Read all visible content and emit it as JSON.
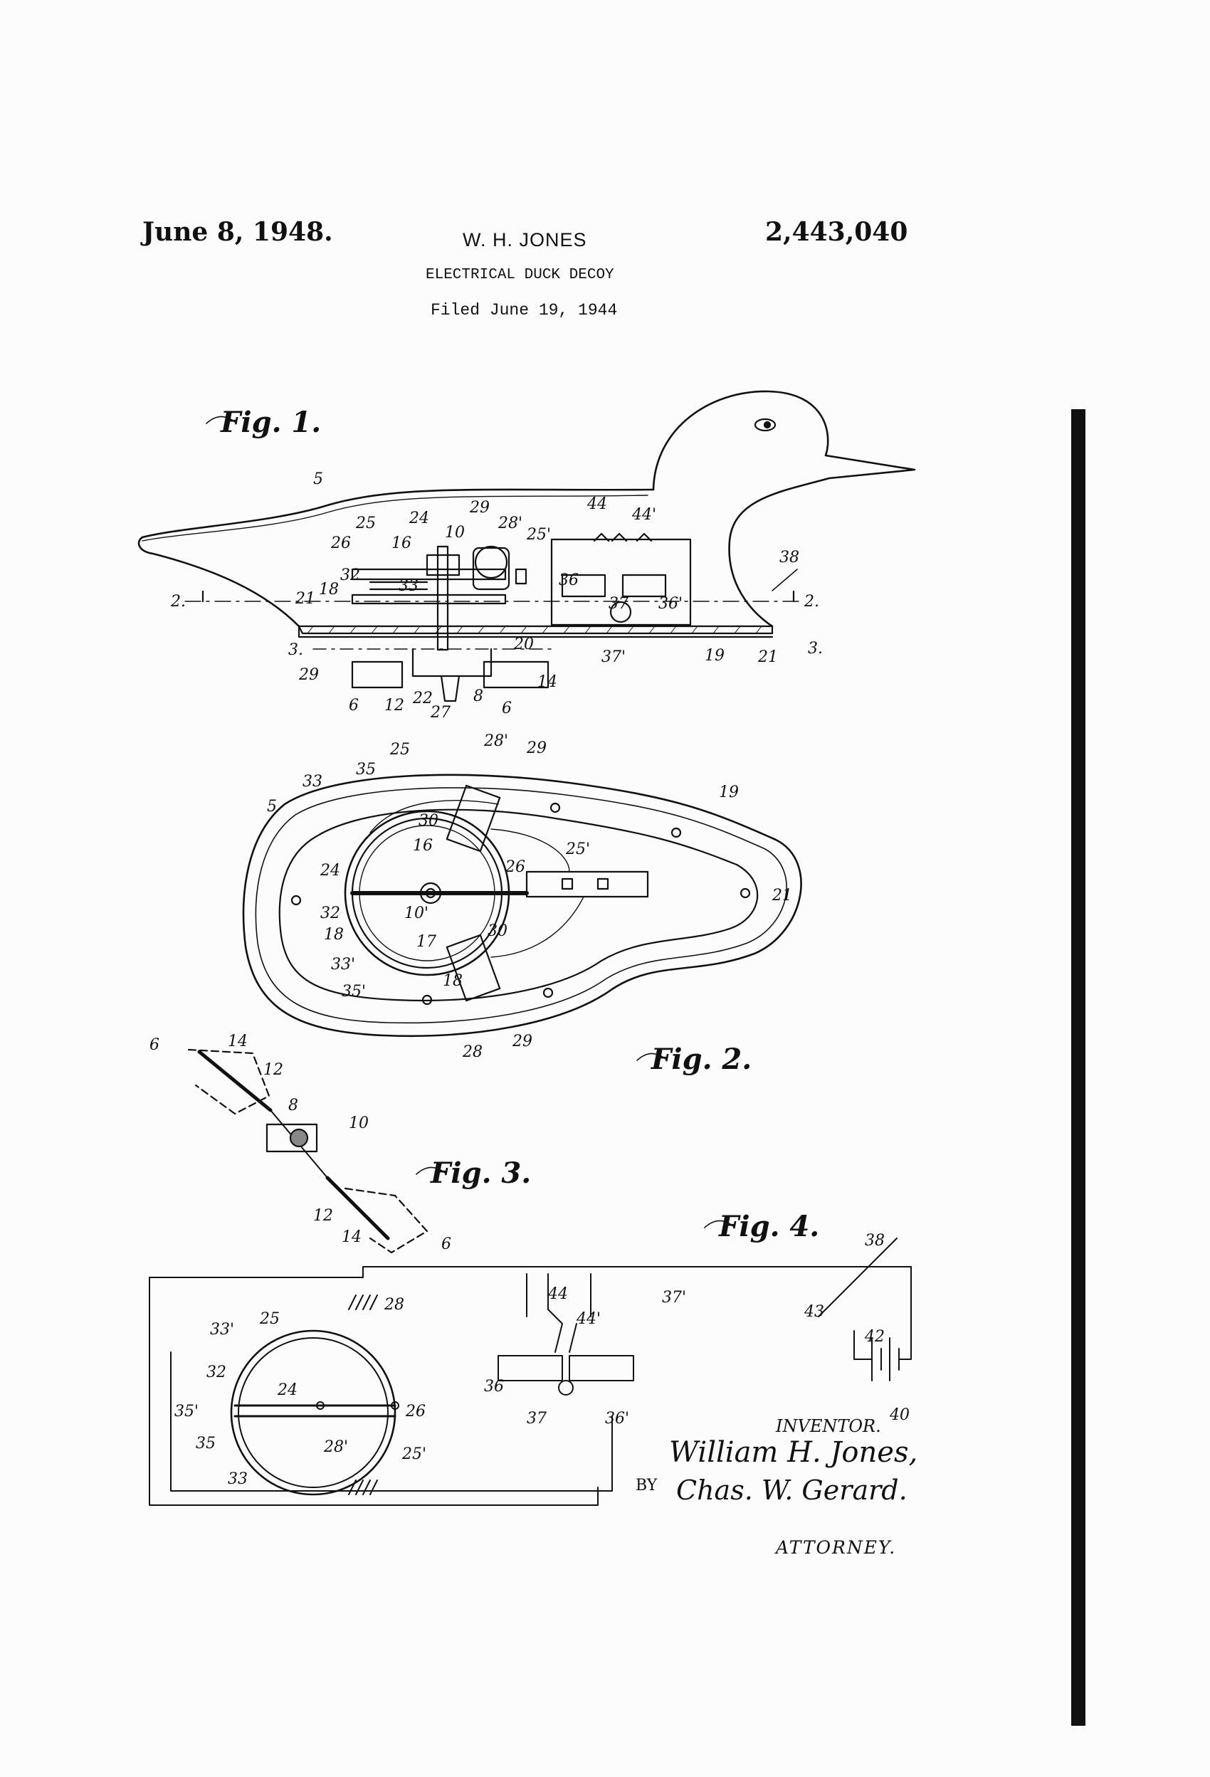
{
  "header": {
    "date": "June 8, 1948.",
    "inventor": "W. H. JONES",
    "patent_number": "2,443,040",
    "title": "ELECTRICAL DUCK DECOY",
    "filed": "Filed June 19, 1944"
  },
  "figures": {
    "fig1": "Fig. 1.",
    "fig2": "Fig. 2.",
    "fig3": "Fig. 3.",
    "fig4": "Fig. 4."
  },
  "signature": {
    "inventor_label": "INVENTOR.",
    "inventor_name": "William H. Jones,",
    "by": "BY",
    "attorney_name": "Chas. W. Gerard.",
    "attorney_label": "ATTORNEY."
  },
  "reference_numerals": {
    "fig1": [
      "5",
      "25",
      "24",
      "10",
      "29",
      "28'",
      "25'",
      "26",
      "16",
      "32",
      "33",
      "18",
      "21",
      "2.",
      "3.",
      "29",
      "20",
      "44",
      "44'",
      "38",
      "36",
      "37",
      "36'",
      "37'",
      "19",
      "21",
      "2.",
      "3.",
      "6",
      "12",
      "22",
      "27",
      "8",
      "6",
      "14"
    ],
    "fig2": [
      "35",
      "25",
      "28'",
      "29",
      "33",
      "5",
      "30",
      "16",
      "25'",
      "19",
      "24",
      "26",
      "32",
      "10'",
      "17",
      "30",
      "21",
      "18",
      "33'",
      "18",
      "35'",
      "28",
      "29"
    ],
    "fig3": [
      "6",
      "14",
      "12",
      "8",
      "10",
      "12",
      "14",
      "6"
    ],
    "fig4": [
      "38",
      "37'",
      "28",
      "33'",
      "25",
      "44",
      "44'",
      "43",
      "32",
      "24",
      "26",
      "36",
      "42",
      "35'",
      "37",
      "36'",
      "40",
      "35",
      "28'",
      "25'",
      "33"
    ]
  }
}
